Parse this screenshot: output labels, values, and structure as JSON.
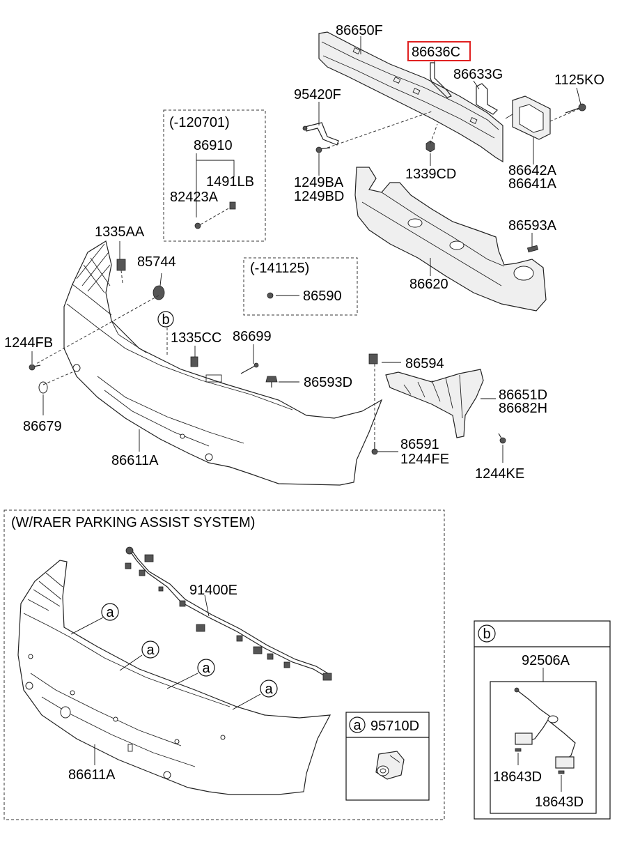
{
  "labels": {
    "p86650F": "86650F",
    "p86636C": "86636C",
    "p86633G": "86633G",
    "p1125KO": "1125KO",
    "p95420F": "95420F",
    "p1249BA": "1249BA",
    "p1249BD": "1249BD",
    "p1339CD": "1339CD",
    "p86642A": "86642A",
    "p86641A": "86641A",
    "p86593A": "86593A",
    "p86620": "86620",
    "d120701": "(-120701)",
    "p86910": "86910",
    "p1491LB": "1491LB",
    "p82423A": "82423A",
    "p1335AA": "1335AA",
    "p85744": "85744",
    "d141125": "(-141125)",
    "p86590": "86590",
    "p1244FB": "1244FB",
    "p1335CC": "1335CC",
    "p86699": "86699",
    "p86594": "86594",
    "p86593D": "86593D",
    "p86651D": "86651D",
    "p86682H": "86682H",
    "p86679": "86679",
    "p86591": "86591",
    "p1244FE": "1244FE",
    "p86611A": "86611A",
    "p1244KE": "1244KE",
    "sectionTitle": "(W/RAER PARKING ASSIST SYSTEM)",
    "p91400E": "91400E",
    "p86611A2": "86611A",
    "p95710D": "95710D",
    "p92506A": "92506A",
    "p18643D1": "18643D",
    "p18643D2": "18643D"
  },
  "callouts": {
    "a": "a",
    "b": "b"
  },
  "highlight": {
    "part": "86636C",
    "color": "#e02020"
  }
}
